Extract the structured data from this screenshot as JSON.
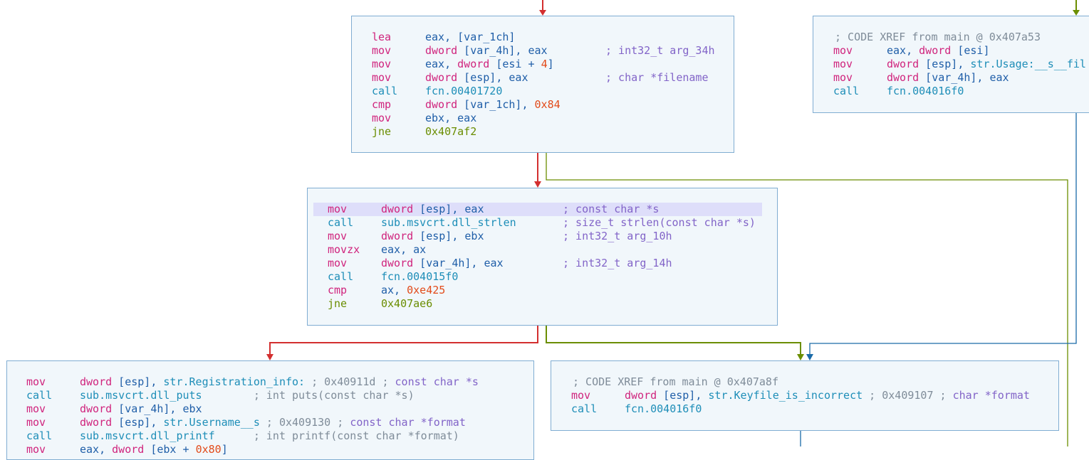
{
  "blocks": [
    {
      "id": "block-a",
      "lines": [
        {
          "mn": "lea",
          "mc": "m-pink",
          "op": [
            {
              "t": "eax, [var_1ch]",
              "c": "plain"
            }
          ]
        },
        {
          "mn": "mov",
          "mc": "m-pink",
          "op": [
            {
              "t": "dword",
              "c": "m-pink"
            },
            {
              "t": " [var_4h], eax",
              "c": "plain"
            }
          ],
          "cm": "; int32_t arg_34h"
        },
        {
          "mn": "mov",
          "mc": "m-pink",
          "op": [
            {
              "t": "eax, ",
              "c": "plain"
            },
            {
              "t": "dword",
              "c": "m-pink"
            },
            {
              "t": " [esi + ",
              "c": "plain"
            },
            {
              "t": "4",
              "c": "num"
            },
            {
              "t": "]",
              "c": "plain"
            }
          ]
        },
        {
          "mn": "mov",
          "mc": "m-pink",
          "op": [
            {
              "t": "dword",
              "c": "m-pink"
            },
            {
              "t": " [esp], eax",
              "c": "plain"
            }
          ],
          "cm": "; char *filename"
        },
        {
          "mn": "call",
          "mc": "m-blue",
          "op": [
            {
              "t": "fcn.00401720",
              "c": "sym"
            }
          ]
        },
        {
          "mn": "cmp",
          "mc": "m-red",
          "op": [
            {
              "t": "dword",
              "c": "m-pink"
            },
            {
              "t": " [var_1ch], ",
              "c": "plain"
            },
            {
              "t": "0x84",
              "c": "num"
            }
          ]
        },
        {
          "mn": "mov",
          "mc": "m-pink",
          "op": [
            {
              "t": "ebx, eax",
              "c": "plain"
            }
          ]
        },
        {
          "mn": "jne",
          "mc": "m-green",
          "op": [
            {
              "t": "0x407af2",
              "c": "m-green"
            }
          ]
        }
      ]
    },
    {
      "id": "block-b",
      "lines": [
        {
          "xref": "; CODE XREF from main @ 0x407a53"
        },
        {
          "mn": "mov",
          "mc": "m-pink",
          "op": [
            {
              "t": "eax, ",
              "c": "plain"
            },
            {
              "t": "dword",
              "c": "m-pink"
            },
            {
              "t": " [esi]",
              "c": "plain"
            }
          ]
        },
        {
          "mn": "mov",
          "mc": "m-pink",
          "op": [
            {
              "t": "dword",
              "c": "m-pink"
            },
            {
              "t": " [esp], ",
              "c": "plain"
            },
            {
              "t": "str.Usage:__s__fil",
              "c": "sym"
            }
          ]
        },
        {
          "mn": "mov",
          "mc": "m-pink",
          "op": [
            {
              "t": "dword",
              "c": "m-pink"
            },
            {
              "t": " [var_4h], eax",
              "c": "plain"
            }
          ]
        },
        {
          "mn": "call",
          "mc": "m-blue",
          "op": [
            {
              "t": "fcn.004016f0",
              "c": "sym"
            }
          ]
        }
      ]
    },
    {
      "id": "block-c",
      "lines": [
        {
          "mn": "mov",
          "mc": "m-pink",
          "op": [
            {
              "t": "dword",
              "c": "m-pink"
            },
            {
              "t": " [esp], eax",
              "c": "plain"
            }
          ],
          "cm": "; const char *s",
          "hl": true
        },
        {
          "mn": "call",
          "mc": "m-blue",
          "op": [
            {
              "t": "sub.msvcrt.dll_strlen",
              "c": "sym"
            }
          ],
          "cm": "; size_t strlen(const char *s)"
        },
        {
          "mn": "mov",
          "mc": "m-pink",
          "op": [
            {
              "t": "dword",
              "c": "m-pink"
            },
            {
              "t": " [esp], ebx",
              "c": "plain"
            }
          ],
          "cm": "; int32_t arg_10h"
        },
        {
          "mn": "movzx",
          "mc": "m-pink",
          "op": [
            {
              "t": "eax, ax",
              "c": "plain"
            }
          ]
        },
        {
          "mn": "mov",
          "mc": "m-pink",
          "op": [
            {
              "t": "dword",
              "c": "m-pink"
            },
            {
              "t": " [var_4h], eax",
              "c": "plain"
            }
          ],
          "cm": "; int32_t arg_14h"
        },
        {
          "mn": "call",
          "mc": "m-blue",
          "op": [
            {
              "t": "fcn.004015f0",
              "c": "sym"
            }
          ]
        },
        {
          "mn": "cmp",
          "mc": "m-red",
          "op": [
            {
              "t": "ax, ",
              "c": "plain"
            },
            {
              "t": "0xe425",
              "c": "num"
            }
          ]
        },
        {
          "mn": "jne",
          "mc": "m-green",
          "op": [
            {
              "t": "0x407ae6",
              "c": "m-green"
            }
          ]
        }
      ]
    },
    {
      "id": "block-d",
      "lines": [
        {
          "mn": "mov",
          "mc": "m-pink",
          "op": [
            {
              "t": "dword",
              "c": "m-pink"
            },
            {
              "t": " [esp], ",
              "c": "plain"
            },
            {
              "t": "str.Registration_info:",
              "c": "sym"
            },
            {
              "t": " ; 0x40911d ; ",
              "c": "xref"
            },
            {
              "t": "const char *s",
              "c": "cm"
            }
          ]
        },
        {
          "mn": "call",
          "mc": "m-blue",
          "op": [
            {
              "t": "sub.msvcrt.dll_puts",
              "c": "sym"
            },
            {
              "t": "        ; int puts(const char *s)",
              "c": "xref"
            }
          ]
        },
        {
          "mn": "mov",
          "mc": "m-pink",
          "op": [
            {
              "t": "dword",
              "c": "m-pink"
            },
            {
              "t": " [var_4h], ebx",
              "c": "plain"
            }
          ]
        },
        {
          "mn": "mov",
          "mc": "m-pink",
          "op": [
            {
              "t": "dword",
              "c": "m-pink"
            },
            {
              "t": " [esp], ",
              "c": "plain"
            },
            {
              "t": "str.Username__s",
              "c": "sym"
            },
            {
              "t": " ; 0x409130 ; ",
              "c": "xref"
            },
            {
              "t": "const char *format",
              "c": "cm"
            }
          ]
        },
        {
          "mn": "call",
          "mc": "m-blue",
          "op": [
            {
              "t": "sub.msvcrt.dll_printf",
              "c": "sym"
            },
            {
              "t": "      ; int printf(const char *format)",
              "c": "xref"
            }
          ]
        },
        {
          "mn": "mov",
          "mc": "m-pink",
          "op": [
            {
              "t": "eax, ",
              "c": "plain"
            },
            {
              "t": "dword",
              "c": "m-pink"
            },
            {
              "t": " [ebx + ",
              "c": "plain"
            },
            {
              "t": "0x80",
              "c": "num"
            },
            {
              "t": "]",
              "c": "plain"
            }
          ]
        }
      ]
    },
    {
      "id": "block-e",
      "lines": [
        {
          "xref": "; CODE XREF from main @ 0x407a8f"
        },
        {
          "mn": "mov",
          "mc": "m-pink",
          "op": [
            {
              "t": "dword",
              "c": "m-pink"
            },
            {
              "t": " [esp], ",
              "c": "plain"
            },
            {
              "t": "str.Keyfile_is_incorrect",
              "c": "sym"
            },
            {
              "t": " ; 0x409107 ; ",
              "c": "xref"
            },
            {
              "t": "char *format",
              "c": "cm"
            }
          ]
        },
        {
          "mn": "call",
          "mc": "m-blue",
          "op": [
            {
              "t": "fcn.004016f0",
              "c": "sym"
            }
          ]
        }
      ]
    }
  ],
  "edge_colors": {
    "taken_false": "#d32f2f",
    "taken_true": "#6b8e00",
    "unconditional": "#1a6aa8"
  }
}
